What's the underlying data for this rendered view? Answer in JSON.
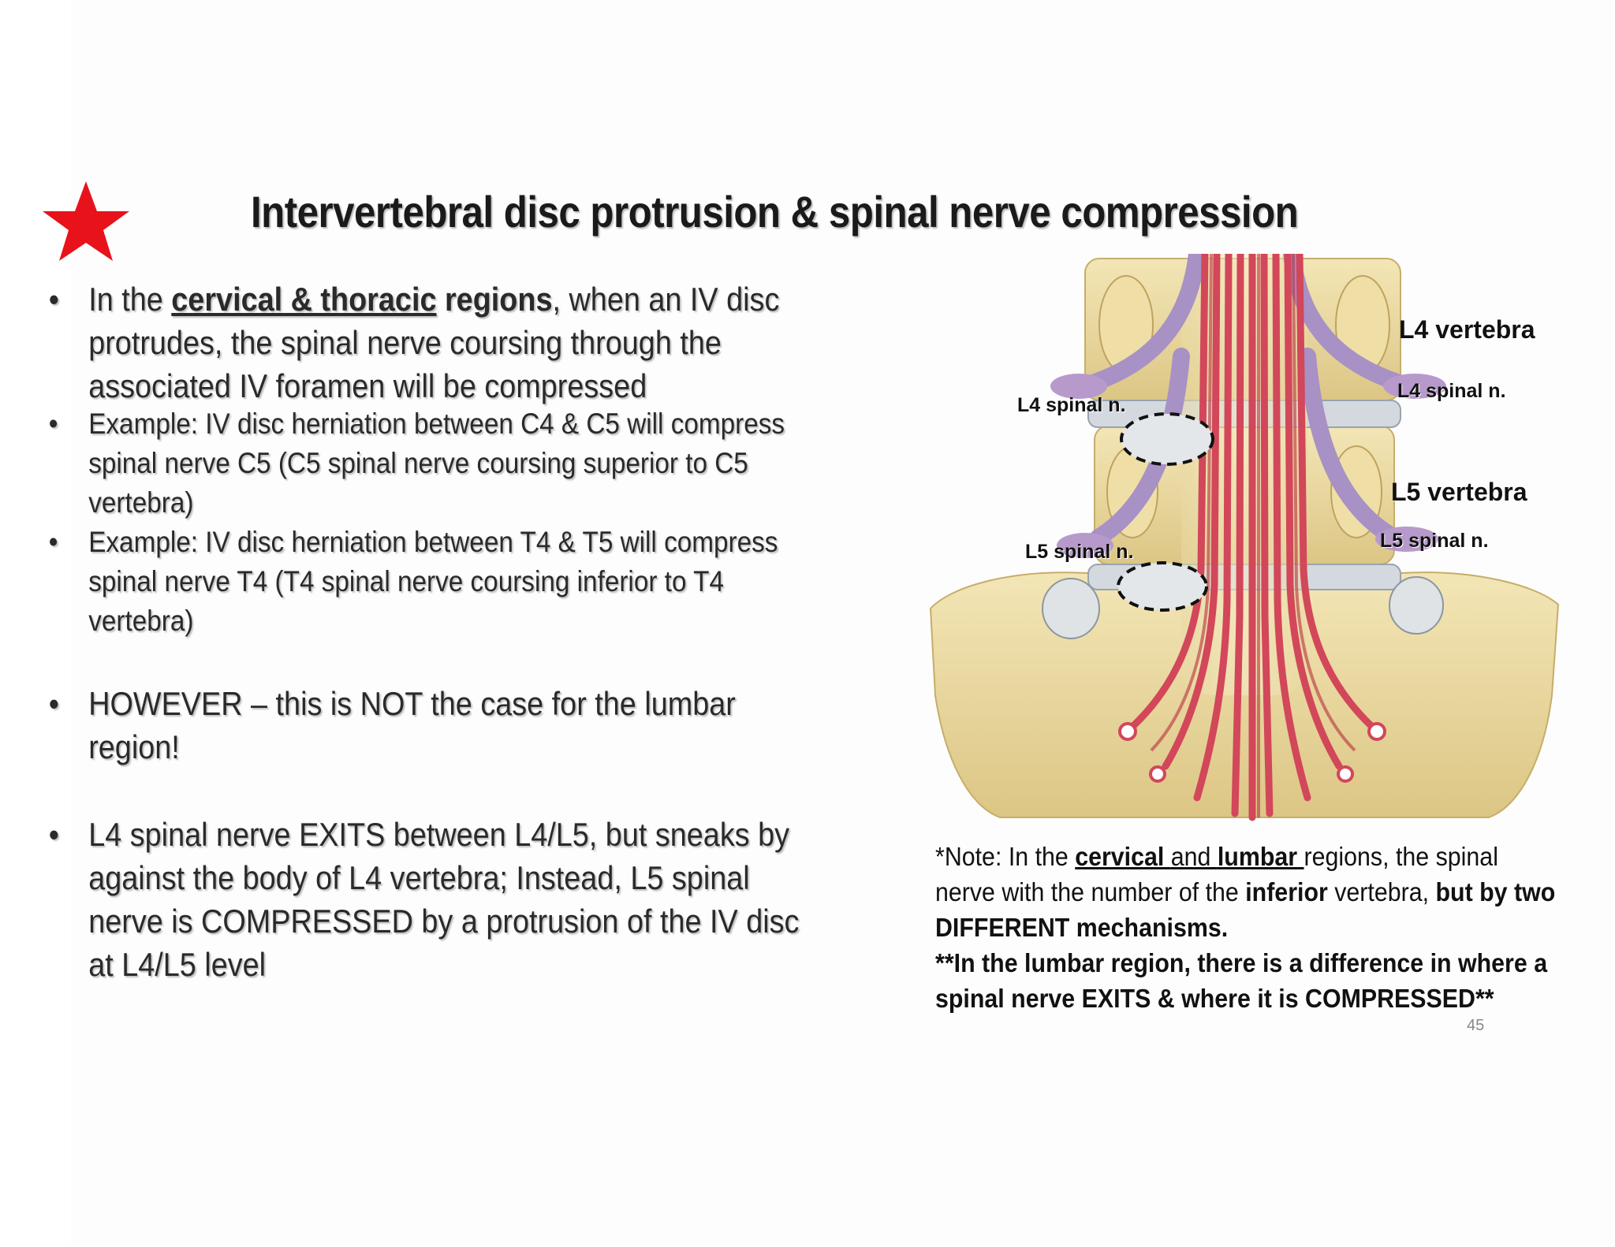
{
  "slide": {
    "title": "Intervertebral disc protrusion & spinal nerve compression",
    "star_icon": "red-star-icon",
    "accent_color": "#e8121b",
    "bullets": {
      "b1": {
        "pre": "In the ",
        "u_strong": "cervical & thoracic",
        "strong": " regions",
        "line1_rest": ", when an IV disc",
        "line2": "protrudes, the spinal nerve coursing through the",
        "line3": "associated IV foramen will be compressed"
      },
      "b2": {
        "line1": "Example: IV disc herniation between C4 & C5 will compress",
        "line2": "spinal nerve C5 (C5 spinal nerve coursing superior to C5",
        "line3": "vertebra)"
      },
      "b3": {
        "line1": "Example: IV disc herniation between T4 & T5 will compress",
        "line2": "spinal nerve T4 (T4 spinal nerve coursing inferior to T4",
        "line3": "vertebra)"
      },
      "b4": {
        "line1": "HOWEVER – this is NOT the case for the lumbar",
        "line2": "region!"
      },
      "b5": {
        "line1": "L4 spinal nerve EXITS between L4/L5, but sneaks by",
        "line2": "against the body of L4 vertebra; Instead, L5 spinal",
        "line3": "nerve is COMPRESSED by a protrusion of the IV disc",
        "line4": "at L4/L5 level"
      },
      "dot": "•"
    },
    "figure_labels": {
      "l4_vertebra": "L4 vertebra",
      "l4_spinal_right": "L4 spinal n.",
      "l4_spinal_left": "L4 spinal n.",
      "l5_vertebra": "L5 vertebra",
      "l5_spinal_right": "L5 spinal n.",
      "l5_spinal_left": "L5 spinal n."
    },
    "note": {
      "l1_a": "*Note: In the ",
      "l1_cervical": "cervical ",
      "l1_and": "and ",
      "l1_lumbar": "lumbar ",
      "l1_b": "regions, the spinal",
      "l2_a": "nerve with the number of the ",
      "l2_inferior": "inferior",
      "l2_b": " vertebra, ",
      "l2_c": "but by two",
      "l3": "DIFFERENT mechanisms.",
      "l4": "**In the lumbar region, there is a difference in where a",
      "l5": "spinal nerve EXITS & where it is COMPRESSED**"
    },
    "page_number": "45"
  }
}
